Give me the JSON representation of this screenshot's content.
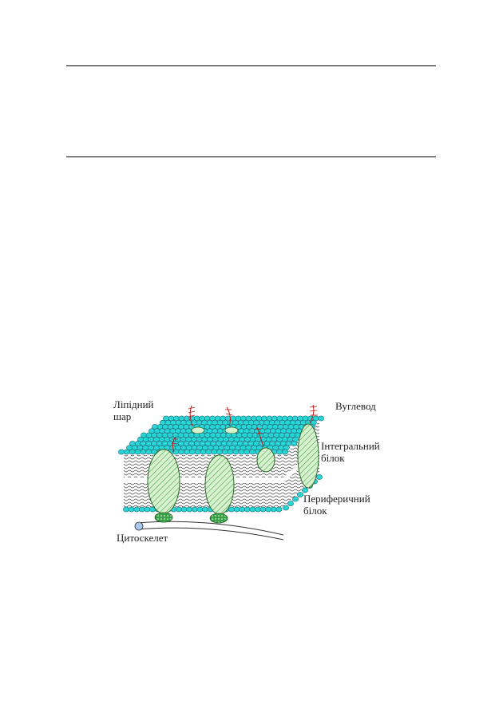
{
  "diagram": {
    "labels": {
      "lipid_layer": "Ліпідний\nшар",
      "carbohydrate": "Вуглевод",
      "integral_protein": "Інтегральний\nбілок",
      "peripheral_protein": "Периферичний\nбілок",
      "cytoskeleton": "Цитоскелет"
    },
    "colors": {
      "lipid_heads": "#29d6d6",
      "lipid_heads_stroke": "#1a6a7a",
      "protein_fill": "#d8f2cf",
      "protein_hatch": "#43a14a",
      "peripheral": "#3aa04a",
      "carbohydrate": "#c01a1a",
      "cytoskeleton_end": "#a8c8ee"
    }
  }
}
